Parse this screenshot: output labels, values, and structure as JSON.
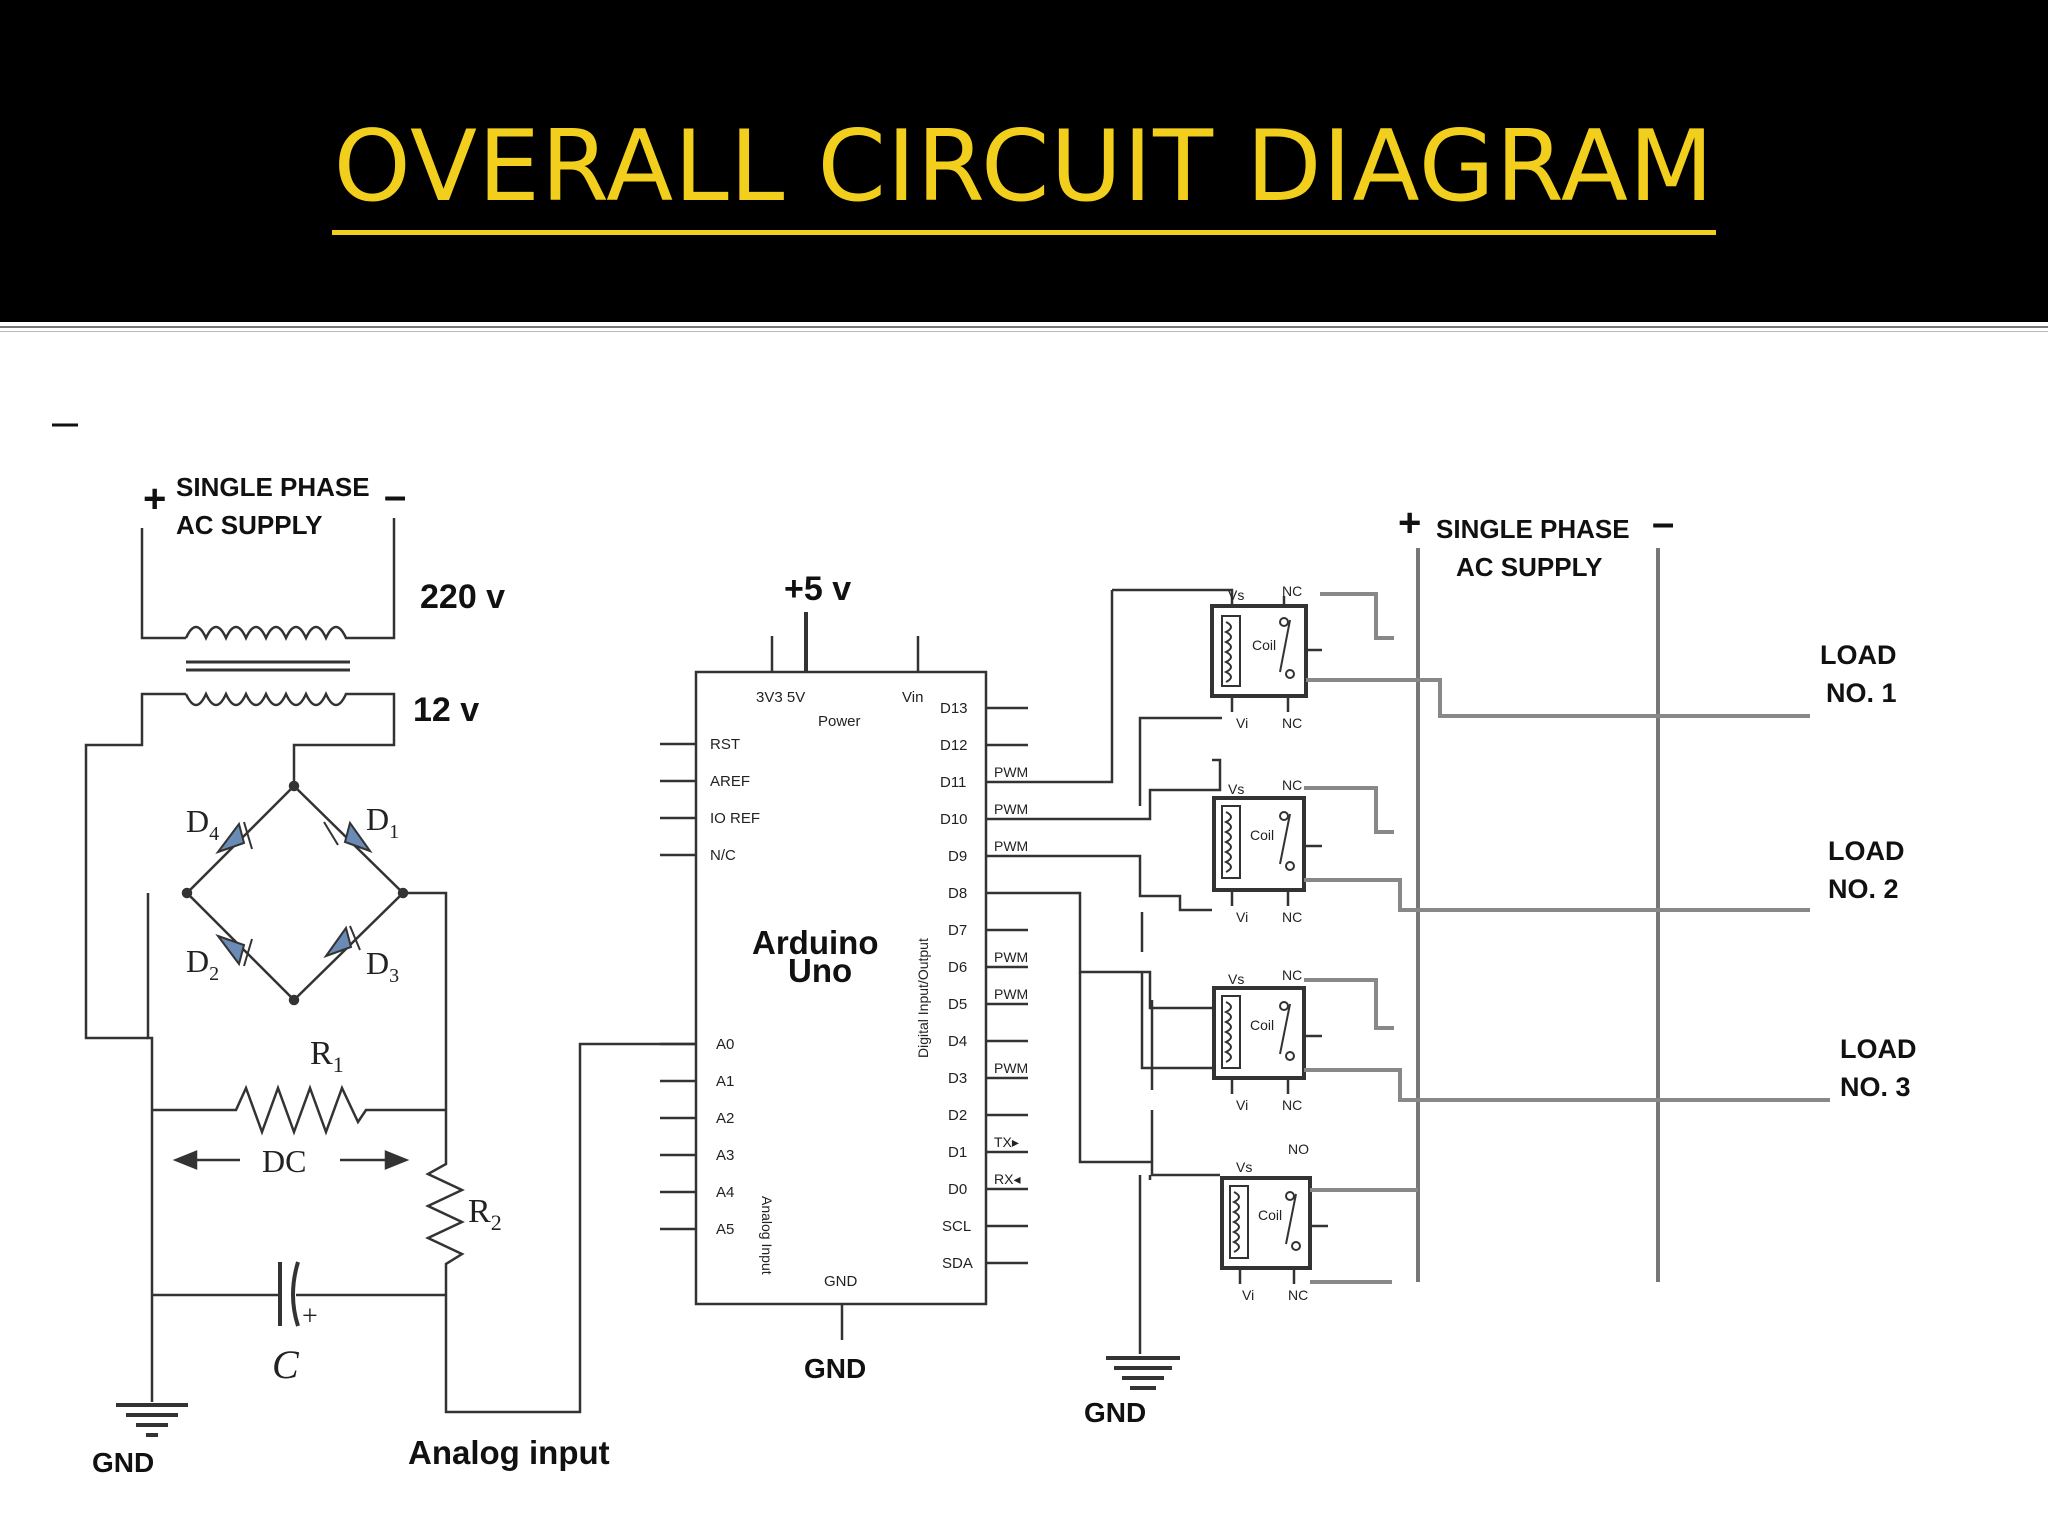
{
  "slide": {
    "title": "OVERALL CIRCUIT DIAGRAM",
    "accent_color": "#f2cf1c",
    "header_color": "#000000"
  },
  "supply_left": {
    "plus": "+",
    "minus": "–",
    "line1": "SINGLE PHASE",
    "line2": "AC SUPPLY",
    "primary_voltage": "220 v",
    "secondary_voltage": "12 v"
  },
  "rectifier": {
    "d1": "D",
    "d1_sub": "1",
    "d2": "D",
    "d2_sub": "2",
    "d3": "D",
    "d3_sub": "3",
    "d4": "D",
    "d4_sub": "4"
  },
  "filter": {
    "r1": "R",
    "r1_sub": "1",
    "r2": "R",
    "r2_sub": "2",
    "dc": "DC",
    "cap": "C",
    "cap_plus": "+",
    "gnd": "GND",
    "analog_input": "Analog input"
  },
  "arduino": {
    "supply": "+5 v",
    "name1": "Arduino",
    "name2": "Uno",
    "gnd": "GND",
    "power_pins": "3V3 5V",
    "vin": "Vin",
    "power": "Power",
    "left_pins": [
      "RST",
      "AREF",
      "IO REF",
      "N/C"
    ],
    "analog_pins": [
      "A0",
      "A1",
      "A2",
      "A3",
      "A4",
      "A5"
    ],
    "analog_caption": "Analog Input",
    "digital_caption": "Digital Input/Output",
    "right_pins": [
      "D13",
      "D12",
      "D11",
      "D10",
      "D9",
      "D8",
      "D7",
      "D6",
      "D5",
      "D4",
      "D3",
      "D2",
      "D1",
      "D0",
      "SCL",
      "SDA"
    ],
    "bottom_gnd": "GND",
    "pwm": "PWM",
    "tx": "TX▸",
    "rx": "RX◂"
  },
  "relays": {
    "gnd": "GND",
    "coil": "Coil",
    "vs": "Vs",
    "vi": "Vi",
    "nc": "NC",
    "no": "NO",
    "ground_label": "GND"
  },
  "supply_right": {
    "plus": "+",
    "minus": "–",
    "line1": "SINGLE PHASE",
    "line2": "AC SUPPLY"
  },
  "loads": [
    {
      "line1": "LOAD",
      "line2": "NO. 1"
    },
    {
      "line1": "LOAD",
      "line2": "NO. 2"
    },
    {
      "line1": "LOAD",
      "line2": "NO. 3"
    }
  ]
}
